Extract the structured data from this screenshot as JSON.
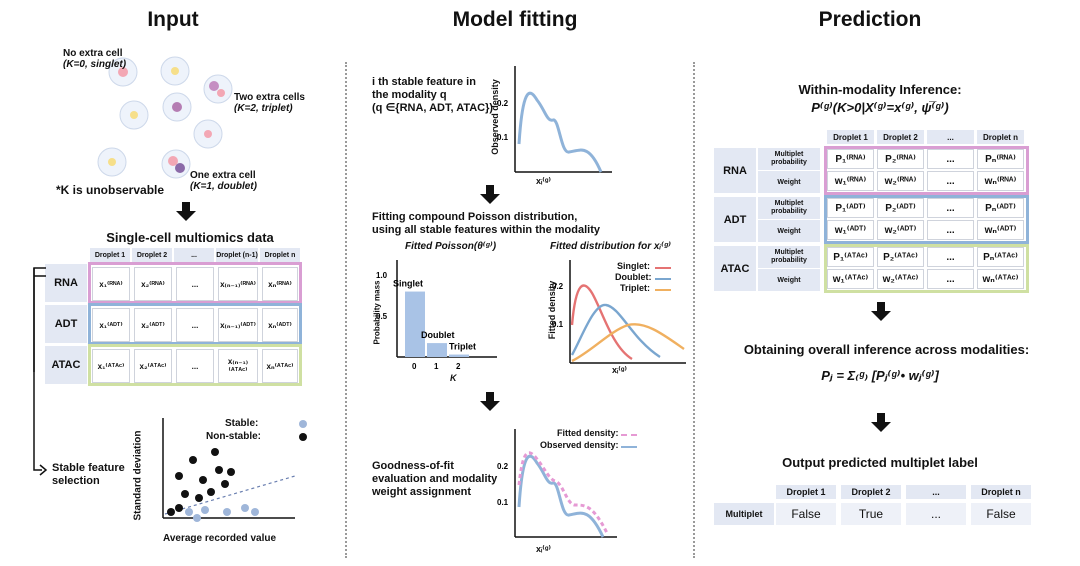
{
  "sections": {
    "input": "Input",
    "model": "Model fitting",
    "prediction": "Prediction"
  },
  "cells_legend": {
    "none": "No extra cell",
    "none_k": "(K=0, singlet)",
    "two": "Two extra cells",
    "two_k": "(K=2, triplet)",
    "one": "One extra cell",
    "one_k": "(K=1, doublet)",
    "unobservable": "*K is unobservable"
  },
  "input_grid": {
    "title": "Single-cell multiomics data",
    "headers": [
      "Droplet 1",
      "Droplet 2",
      "...",
      "Droplet (n-1)",
      "Droplet n"
    ],
    "rows": [
      {
        "label": "RNA",
        "color": "#d99ed3",
        "cells": [
          "x₁⁽ᴿᴺᴬ⁾",
          "x₂⁽ᴿᴺᴬ⁾",
          "...",
          "x₍ₙ₋₁₎⁽ᴿᴺᴬ⁾",
          "xₙ⁽ᴿᴺᴬ⁾"
        ]
      },
      {
        "label": "ADT",
        "color": "#8fb3d9",
        "cells": [
          "x₁⁽ᴬᴰᵀ⁾",
          "x₂⁽ᴬᴰᵀ⁾",
          "...",
          "x₍ₙ₋₁₎⁽ᴬᴰᵀ⁾",
          "xₙ⁽ᴬᴰᵀ⁾"
        ]
      },
      {
        "label": "ATAC",
        "color": "#cfe0a2",
        "cells": [
          "x₁⁽ᴬᵀᴬᶜ⁾",
          "x₂⁽ᴬᵀᴬᶜ⁾",
          "...",
          "x₍ₙ₋₁₎⁽ᴬᵀᴬᶜ⁾",
          "xₙ⁽ᴬᵀᴬᶜ⁾"
        ]
      }
    ]
  },
  "stable_feature_selection": "Stable feature selection",
  "scatter": {
    "xlabel": "Average recorded value",
    "ylabel": "Standard deviation",
    "legend_stable": "Stable:",
    "legend_nonstable": "Non-stable:"
  },
  "model": {
    "feature_title": [
      "i th stable feature in",
      "the modality q",
      "(q ∈{RNA, ADT, ATAC})"
    ],
    "obs_ylabel": "Observed density",
    "xq": "xᵢ⁽ᵍ⁾",
    "fitting_text": [
      "Fitting compound Poisson distribution,",
      "using all stable features within the modality"
    ],
    "poisson_title": "Fitted Poisson(θ⁽ᵍ⁾)",
    "pmf_ylabel": "Probability mass",
    "pmf_xlabel": "K",
    "fitted_dist_title": "Fitted distribution for xᵢ⁽ᵍ⁾",
    "density_ylabel": "Fitted density",
    "legend": [
      "Singlet:",
      "Doublet:",
      "Triplet:"
    ],
    "gof": [
      "Goodness-of-fit",
      "evaluation and modality",
      "weight assignment"
    ],
    "gof_legend": [
      "Fitted density:",
      "Observed density:"
    ]
  },
  "pmf_chart": {
    "type": "bar",
    "categories": [
      "0",
      "1",
      "2"
    ],
    "values": [
      0.8,
      0.17,
      0.03
    ],
    "labels": [
      "Singlet",
      "Doublet",
      "Triplet"
    ],
    "yticks": [
      "1.0",
      "0.5"
    ],
    "ylim": [
      0,
      1.1
    ]
  },
  "prediction": {
    "within_title": "Within-modality Inference:",
    "within_formula": "P⁽ᵍ⁾(K>0|X⁽ᵍ⁾=x⁽ᵍ⁾, ψ̅⁽ᵍ⁾)",
    "headers": [
      "Droplet 1",
      "Droplet 2",
      "...",
      "Droplet n"
    ],
    "sublabels": [
      "Multiplet probability",
      "Weight"
    ],
    "rows": [
      {
        "label": "RNA",
        "color": "#d99ed3",
        "p": [
          "P₁⁽ᴿᴺᴬ⁾",
          "P₂⁽ᴿᴺᴬ⁾",
          "...",
          "Pₙ⁽ᴿᴺᴬ⁾"
        ],
        "w": [
          "w₁⁽ᴿᴺᴬ⁾",
          "w₂⁽ᴿᴺᴬ⁾",
          "...",
          "wₙ⁽ᴿᴺᴬ⁾"
        ]
      },
      {
        "label": "ADT",
        "color": "#8fb3d9",
        "p": [
          "P₁⁽ᴬᴰᵀ⁾",
          "P₂⁽ᴬᴰᵀ⁾",
          "...",
          "Pₙ⁽ᴬᴰᵀ⁾"
        ],
        "w": [
          "w₁⁽ᴬᴰᵀ⁾",
          "w₂⁽ᴬᴰᵀ⁾",
          "...",
          "wₙ⁽ᴬᴰᵀ⁾"
        ]
      },
      {
        "label": "ATAC",
        "color": "#cfe0a2",
        "p": [
          "P₁⁽ᴬᵀᴬᶜ⁾",
          "P₂⁽ᴬᵀᴬᶜ⁾",
          "...",
          "Pₙ⁽ᴬᵀᴬᶜ⁾"
        ],
        "w": [
          "w₁⁽ᴬᵀᴬᶜ⁾",
          "w₂⁽ᴬᵀᴬᶜ⁾",
          "...",
          "wₙ⁽ᴬᵀᴬᶜ⁾"
        ]
      }
    ],
    "overall_title": "Obtaining overall inference across modalities:",
    "overall_formula": "Pⱼ = Σ₍ᵍ₎ [Pⱼ⁽ᵍ⁾• wⱼ⁽ᵍ⁾]",
    "output_title": "Output predicted multiplet label",
    "output_row_label": "Multiplet",
    "output_values": [
      "False",
      "True",
      "...",
      "False"
    ]
  }
}
